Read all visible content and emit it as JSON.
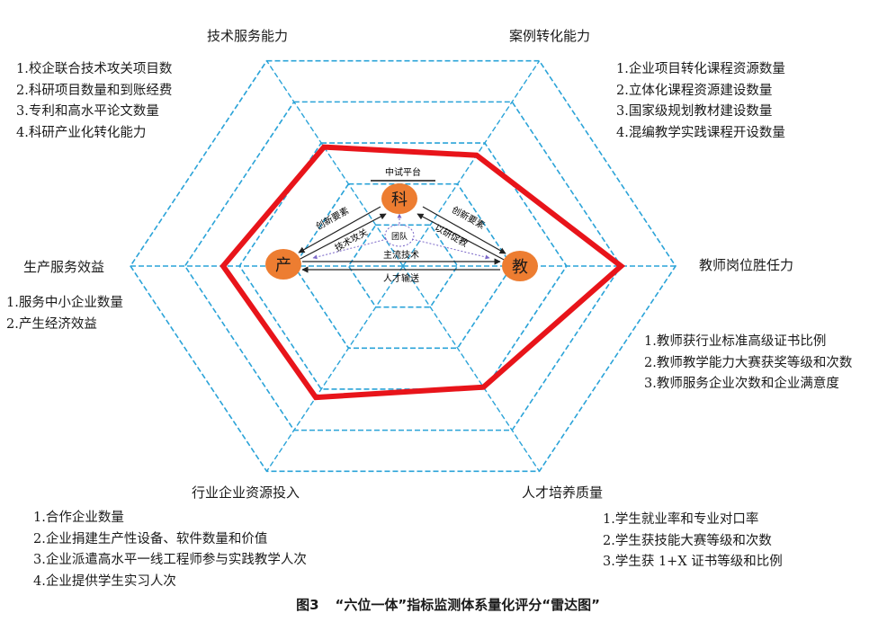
{
  "radar": {
    "axes": [
      {
        "name": "技术服务能力",
        "items": [
          "1.校企联合技术攻关项目数",
          "2.科研项目数量和到账经费",
          "3.专利和高水平论文数量",
          "4.科研产业化转化能力"
        ],
        "level": 0.58
      },
      {
        "name": "案例转化能力",
        "items": [
          "1.企业项目转化课程资源数量",
          "2.立体化课程资源建设数量",
          "3.国家级规划教材建设数量",
          "4.混编教学实践课程开设数量"
        ],
        "level": 0.54
      },
      {
        "name": "教师岗位胜任力",
        "items": [
          "1.教师获行业标准高级证书比例",
          "2.教师教学能力大赛获奖等级和次数",
          "3.教师服务企业次数和企业满意度"
        ],
        "level": 0.8
      },
      {
        "name": "人才培养质量",
        "items": [
          "1.学生就业率和专业对口率",
          "2.学生获技能大赛等级和次数",
          "3.学生获 1+X 证书等级和比例"
        ],
        "level": 0.59
      },
      {
        "name": "行业企业资源投入",
        "items": [
          "1.合作企业数量",
          "2.企业捐建生产性设备、软件数量和价值",
          "3.企业派遣高水平一线工程师参与实践教学人次",
          "4.企业提供学生实习人次"
        ],
        "level": 0.64
      },
      {
        "name": "生产服务效益",
        "items": [
          "1.服务中小企业数量",
          "2.产生经济效益"
        ],
        "level": 0.66
      }
    ],
    "rings": 5
  },
  "center": {
    "nodes": {
      "ke": "科",
      "chan": "产",
      "jiao": "教"
    },
    "labels": {
      "platform": "中试平台",
      "innovation_left": "创新要素",
      "tech_tackle": "技术攻关",
      "innovation_right": "创新要素",
      "research_teaching": "以研促教",
      "team": "团队",
      "mainstream": "主流技术",
      "talent": "人才输送"
    }
  },
  "caption": {
    "number": "图3",
    "title": "“六位一体”指标监测体系量化评分“雷达图”"
  },
  "colors": {
    "grid": "#2aa3d8",
    "score": "#e8141a",
    "node": "#ed7d31",
    "team_dash": "#7b68c8"
  }
}
